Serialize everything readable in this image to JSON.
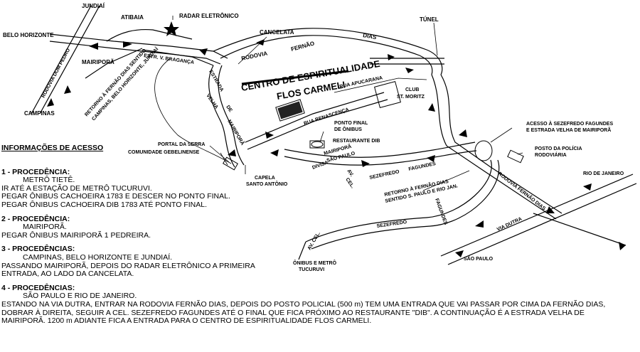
{
  "map": {
    "title_line1": "CENTRO DE ESPIRITUALIDADE",
    "title_line2": "FLOS CARMELI",
    "labels": {
      "jundiai": "JUNDIAÍ",
      "atibaia": "ATIBAIA",
      "radar": "RADAR ELETRÔNICO",
      "belo_horizonte": "BELO HORIZONTE",
      "rodovia_dom_pedro": "RODOVIA DOM PEDRO",
      "mairipora_left": "MAIRIPORÃ",
      "campinas": "CAMPINAS",
      "estr_braganca": "ESTR. V. BRAGANÇA",
      "cancelata": "CANCELATA",
      "rodovia": "RODOVIA",
      "fernao": "FERNÃO",
      "dias": "DIAS",
      "tunel": "TÚNEL",
      "estrada": "ESTRADA",
      "velha": "VELHA",
      "de": "DE",
      "mairipora_road": "MAIRIPORÃ",
      "retorno_fd_1": "RETORNO À FERNÃO DIAS SENTIDO",
      "retorno_fd_2": "CAMPINAS, BELO HORIZONTE, JUNDIAÍ",
      "rua_apucarana": "RUA APUCARANA",
      "club": "CLUB",
      "st_moritz": "ST. MORITZ",
      "rua_renascenca": "RUA RENASCENÇA",
      "ponto_final_1": "PONTO FINAL",
      "ponto_final_2": "DE ÔNIBUS",
      "restaurante_dib": "RESTAURANTE DIB",
      "portal_serra": "PORTAL DA SERRA",
      "comunidade": "COMUNIDADE GEBELINENSE",
      "capela_1": "CAPELA",
      "capela_2": "SANTO ANTÔNIO",
      "divisa": "DIVISA",
      "mairipora_div": "MAIRIPORÃ",
      "sao_paulo_div": "SÃO PAULO",
      "av_cel_1": "AV.",
      "av_cel_2": "CEL.",
      "sezefredo_1": "SEZEFREDO",
      "fagundes_1": "FAGUNDES",
      "retorno_sp_1": "RETORNO À FERNÃO DIAS",
      "retorno_sp_2": "SENTIDO S. PAULO E RIO JAN.",
      "acesso_1": "ACESSO À SEZEFREDO FAGUNDES",
      "acesso_2": "E ESTRADA VELHA DE MAIRIPORÃ",
      "posto_1": "POSTO DA POLÍCIA",
      "posto_2": "RODOVIÁRIA",
      "rio_janeiro": "RIO DE JANEIRO",
      "rodovia_fd": "RODOVIA FERNÃO DIAS",
      "via_dutra": "VIA DUTRA",
      "fagundes_2": "FAGUNDES",
      "sezefredo_2": "SEZEFREDO",
      "av_cel_bottom": "AV. CEL.",
      "onibus_1": "ÔNIBUS E METRÔ",
      "onibus_2": "TUCURUVI",
      "sao_paulo": "SÃO PAULO"
    }
  },
  "info": {
    "heading": "INFORMAÇÕES DE ACESSO",
    "sections": [
      {
        "title": "1 - PROCEDÊNCIA:",
        "indent": "METRÔ TIETÊ.",
        "lines": [
          "IR ATÉ A ESTAÇÃO DE METRÔ TUCURUVI.",
          "PEGAR ÔNIBUS CACHOEIRA 1783 E DESCER NO PONTO FINAL.",
          "PEGAR ÔNIBUS CACHOEIRA DIB 1783 ATÉ PONTO FINAL."
        ]
      },
      {
        "title": "2 - PROCEDÊNCIA:",
        "indent": "MAIRIPORÃ.",
        "lines": [
          "PEGAR ÔNIBUS MAIRIPORÃ 1 PEDREIRA."
        ]
      },
      {
        "title": "3 - PROCEDÊNCIAS:",
        "indent": "CAMPINAS, BELO HORIZONTE E JUNDIAÍ.",
        "lines": [
          "PASSANDO MAIRIPORÃ, DEPOIS DO RADAR ELETRÔNICO A PRIMEIRA",
          "ENTRADA, AO LADO DA CANCELATA."
        ]
      },
      {
        "title": "4 - PROCEDÊNCIAS:",
        "indent": "SÃO PAULO E RIO DE JANEIRO.",
        "lines": [
          "ESTANDO NA VIA DUTRA, ENTRAR NA RODOVIA FERNÃO DIAS, DEPOIS DO POSTO POLICIAL (500 m) TEM UMA ENTRADA QUE VAI PASSAR POR CIMA DA FERNÃO DIAS,",
          "DOBRAR À DIREITA, SEGUIR A CEL. SEZEFREDO FAGUNDES ATÉ O FINAL QUE FICA PRÓXIMO AO RESTAURANTE \"DIB\". A CONTINUAÇÃO É A ESTRADA VELHA DE",
          "MAIRIPORÃ. 1200 m ADIANTE FICA A ENTRADA PARA O CENTRO DE ESPIRITUALIDADE FLOS CARMELI."
        ]
      }
    ]
  }
}
